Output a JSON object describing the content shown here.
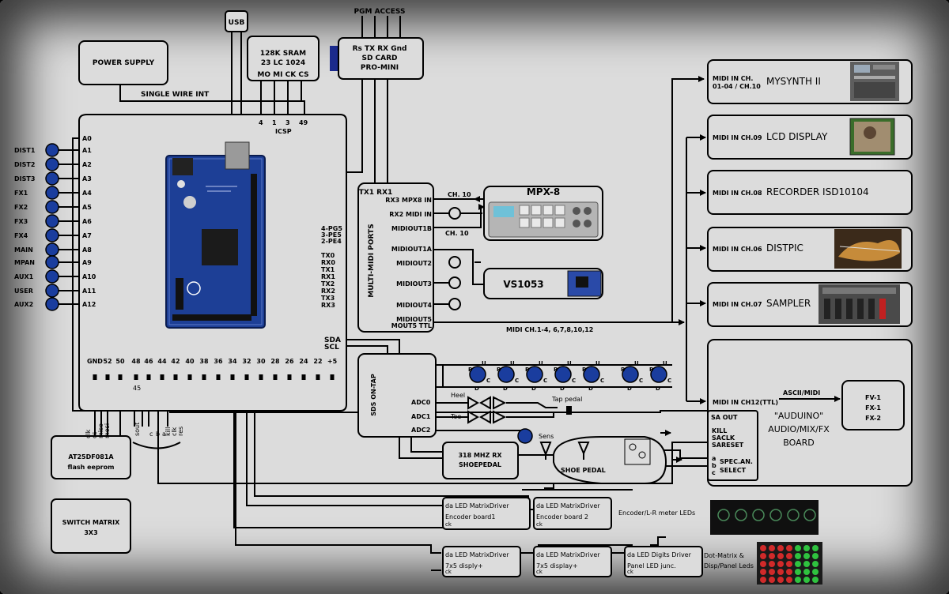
{
  "labels": {
    "usb": "USB",
    "pgm_access": "PGM ACCESS",
    "power_supply": "POWER SUPPLY",
    "single_wire": "SINGLE WIRE INT",
    "sda": "SDA",
    "scl": "SCL",
    "midi_channels": "MIDI CH.1-4, 6,7,8,10,12",
    "encoder_meter": "Encoder/L-R meter LEDs",
    "dot_matrix_1": "Dot-Matrix  &",
    "dot_matrix_2": "Disp/Panel Leds"
  },
  "sd_card": {
    "pins": "Rs  TX  RX Gnd",
    "title": "SD CARD",
    "subtitle": "PRO-MINI"
  },
  "sram": {
    "title": "128K SRAM",
    "part": "23 LC 1024",
    "pins": "MO MI CK CS"
  },
  "icsp": {
    "p1": "4",
    "p2": "1",
    "p3": "3",
    "p4": "49",
    "label": "ICSP"
  },
  "left": {
    "inputs": [
      "DIST1",
      "DIST2",
      "DIST3",
      "FX1",
      "FX2",
      "FX3",
      "FX4",
      "MAIN",
      "MPAN",
      "AUX1",
      "USER",
      "AUX2"
    ],
    "pins": [
      "A0",
      "A1",
      "A2",
      "A3",
      "A4",
      "A5",
      "A6",
      "A7",
      "A8",
      "A9",
      "A10",
      "A11",
      "A12"
    ]
  },
  "ports": [
    "4-PG5",
    "3-PE5",
    "2-PE4",
    "TX0",
    "RX0",
    "TX1",
    "RX1",
    "TX2",
    "RX2",
    "TX3",
    "RX3"
  ],
  "header_pins": [
    "GND",
    "52",
    "50",
    "48",
    "46",
    "44",
    "42",
    "40",
    "38",
    "36",
    "34",
    "32",
    "30",
    "28",
    "26",
    "24",
    "22",
    "+5"
  ],
  "multi_midi": {
    "title": "MULTI-MIDI PORTS",
    "txrx": "TX1 RX1",
    "ports": [
      "RX3 MPX8 IN",
      "RX2 MIDI IN",
      "MIDIOUT1B",
      "MIDIOUT1A",
      "MIDIOUT2",
      "MIDIOUT3",
      "MIDIOUT4",
      "MIDIOUT5",
      "MOUT5 TTL"
    ],
    "ch_a": "CH. 10",
    "ch_b": "CH. 10"
  },
  "devices": {
    "mpx8": "MPX-8",
    "vs1053": "VS1053"
  },
  "outputs": [
    {
      "midi_line1": "MIDI IN CH.",
      "midi_line2": "01-04 / CH.10",
      "name": "MYSYNTH II"
    },
    {
      "midi_line1": "MIDI IN CH.09",
      "name": "LCD DISPLAY"
    },
    {
      "midi_line1": "MIDI IN CH.08",
      "name": "RECORDER ISD10104"
    },
    {
      "midi_line1": "MIDI IN CH.06",
      "name": "DISTPIC"
    },
    {
      "midi_line1": "MIDI IN CH.07",
      "name": "SAMPLER"
    }
  ],
  "mix": {
    "midi_in": "MIDI IN CH12(TTL)",
    "ascii": "ASCII/MIDI",
    "title1": "\"AUDUINO\"",
    "title2": "AUDIO/MIX/FX",
    "title3": "BOARD",
    "sa_out": "SA OUT",
    "kill": "KILL",
    "saclk": "SACLK",
    "sareset": "SARESET",
    "a": "a",
    "b": "b",
    "c": "c",
    "spec": "SPEC.AN.",
    "select": "SELECT"
  },
  "fv": {
    "l1": "FV-1",
    "l2": "FX-1",
    "l3": "FX-2"
  },
  "sds": {
    "title": "SDS ON-TAP",
    "adc0": "ADC0",
    "adc1": "ADC1",
    "adc2": "ADC2",
    "heel": "Heel",
    "toe": "Toe",
    "tap": "Tap pedal",
    "sens": "Sens",
    "rx1": "318 MHZ RX",
    "rx2": "SHOEPEDAL",
    "shoe": "SHOE PEDAL",
    "button_top": [
      "B",
      "U"
    ],
    "button_bottom": [
      "D",
      "C"
    ]
  },
  "flash": {
    "pins": [
      "clk",
      "cs",
      "miso",
      "mosi"
    ],
    "title": "AT25DF081A",
    "subtitle": "flash eeprom"
  },
  "switch_matrix": {
    "title": "SWITCH MATRIX",
    "size": "3X3"
  },
  "bus": {
    "sout": "sout",
    "c": "c",
    "b": "b",
    "a": "a",
    "kill": "kill",
    "clk": "clk",
    "res": "res",
    "p45": "45"
  },
  "drivers": [
    {
      "title": "da LED MatrixDriver",
      "sub": "Encoder board1",
      "ck": "ck"
    },
    {
      "title": "da LED MatrixDriver",
      "sub": "Encoder board 2",
      "ck": "ck"
    },
    {
      "title": "da LED MatrixDriver",
      "sub": "7x5 disply+",
      "ck": "ck"
    },
    {
      "title": "da LED MatrixDriver",
      "sub": "7x5 display+",
      "ck": "ck"
    },
    {
      "title": "da LED Digits Driver",
      "sub": "Panel LED junc.",
      "ck": "ck"
    }
  ],
  "colors": {
    "background": "#dcdcdc",
    "knob": "#1a3d9e",
    "board": "#1d3f96",
    "led_red": "#d02a2a",
    "led_green": "#2fc23f"
  }
}
